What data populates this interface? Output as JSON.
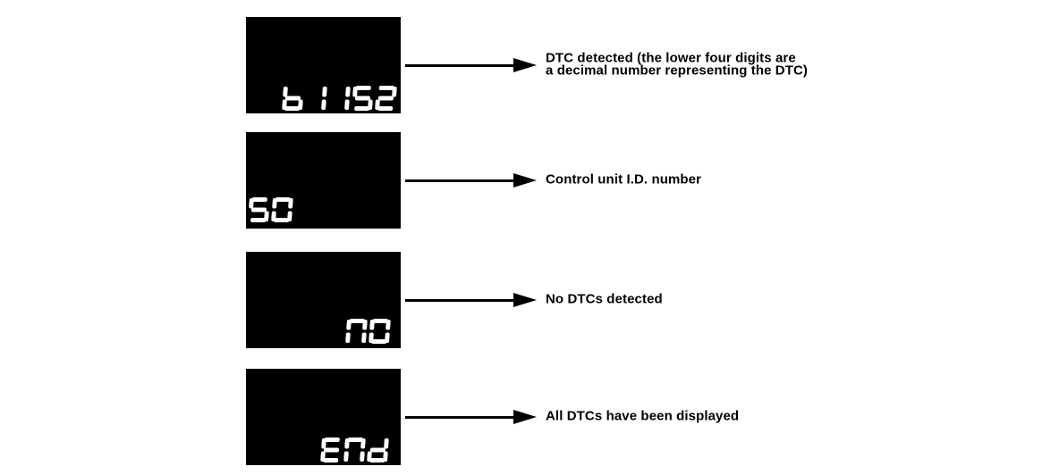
{
  "page": {
    "background": "#ffffff"
  },
  "display": {
    "background": "#000000",
    "digit_color": "#ffffff"
  },
  "arrow_color": "#000000",
  "label_color": "#000000",
  "rows": [
    {
      "name": "dtc-detected",
      "display_value": "b1152",
      "digit_alignment": "bottom-right",
      "label_lines": [
        "DTC detected (the lower four digits are",
        "a decimal number representing the DTC)"
      ]
    },
    {
      "name": "control-unit-id",
      "display_value": "50",
      "digit_alignment": "bottom-left",
      "label_lines": [
        "Control unit I.D. number"
      ]
    },
    {
      "name": "no-dtcs",
      "display_value": "no",
      "digit_alignment": "bottom-right",
      "label_lines": [
        "No DTCs detected"
      ]
    },
    {
      "name": "all-dtcs-displayed",
      "display_value": "End",
      "digit_alignment": "bottom-right",
      "label_lines": [
        "All DTCs have been displayed"
      ]
    }
  ]
}
